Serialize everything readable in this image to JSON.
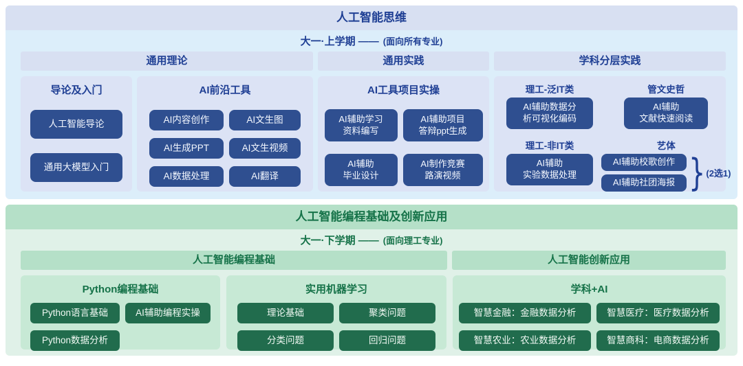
{
  "colors": {
    "blue_container": "#dceefa",
    "blue_bar": "#d8e0f2",
    "blue_panel": "#dce3f5",
    "navy_chip": "#2f4f90",
    "navy_text": "#1f3f94",
    "green_container": "#e0f1e8",
    "green_bar": "#b5e0c8",
    "green_panel": "#c7e9d5",
    "green_chip": "#216c4d",
    "green_text": "#157248"
  },
  "semester1": {
    "title": "人工智能思维",
    "subtitle": "大一·上学期 ——",
    "subtitle_note": "(面向所有专业)",
    "group_headers": [
      "通用理论",
      "通用实践",
      "学科分层实践"
    ],
    "intro": {
      "heading": "导论及入门",
      "buttons": [
        "人工智能导论",
        "通用大模型入门"
      ]
    },
    "tools": {
      "heading": "AI前沿工具",
      "buttons": [
        "AI内容创作",
        "AI文生图",
        "AI生成PPT",
        "AI文生视频",
        "AI数据处理",
        "AI翻译"
      ]
    },
    "practice": {
      "heading": "AI工具项目实操",
      "buttons": [
        "AI辅助学习\n资料编写",
        "AI辅助项目\n答辩ppt生成",
        "AI辅助\n毕业设计",
        "AI制作竞赛\n路演视频"
      ]
    },
    "layered": {
      "groups": [
        {
          "label": "理工-泛IT类",
          "button": "AI辅助数据分\n析可视化编码"
        },
        {
          "label": "管文史哲",
          "button": "AI辅助\n文献快速阅读"
        },
        {
          "label": "理工-非IT类",
          "button": "AI辅助\n实验数据处理"
        },
        {
          "label": "艺体",
          "buttons": [
            "AI辅助校歌创作",
            "AI辅助社团海报"
          ],
          "brace": "}",
          "note": "(2选1)"
        }
      ]
    }
  },
  "semester2": {
    "title": "人工智能编程基础及创新应用",
    "subtitle": "大一·下学期 ——",
    "subtitle_note": "(面向理工专业)",
    "group_headers": [
      "人工智能编程基础",
      "人工智能创新应用"
    ],
    "python": {
      "heading": "Python编程基础",
      "buttons": [
        "Python语言基础",
        "AI辅助编程实操",
        "Python数据分析"
      ]
    },
    "ml": {
      "heading": "实用机器学习",
      "buttons": [
        "理论基础",
        "聚类问题",
        "分类问题",
        "回归问题"
      ]
    },
    "apps": {
      "heading": "学科+AI",
      "buttons": [
        "智慧金融：金融数据分析",
        "智慧医疗：医疗数据分析",
        "智慧农业：农业数据分析",
        "智慧商科：电商数据分析"
      ]
    }
  }
}
